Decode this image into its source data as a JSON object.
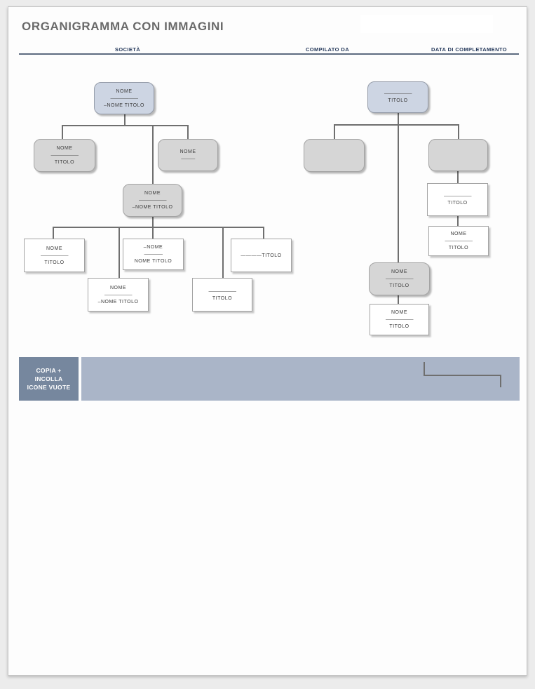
{
  "page": {
    "title": "ORGANIGRAMMA CON IMMAGINI",
    "header_fields": [
      "SOCIETÀ",
      "COMPILATO DA",
      "DATA DI COMPLETAMENTO"
    ]
  },
  "org_left": {
    "root": [
      "NOME",
      "——————",
      "–NOME TITOLO"
    ],
    "child_left": [
      "NOME",
      "——————",
      "TITOLO"
    ],
    "child_right": [
      "NOME",
      "———"
    ],
    "manager": [
      "NOME",
      "——————",
      "–NOME TITOLO"
    ],
    "leaf_1": [
      "NOME",
      "——————",
      "TITOLO"
    ],
    "leaf_2": [
      "–NOME",
      "————",
      "NOME TITOLO"
    ],
    "leaf_3": [
      "————TITOLO"
    ],
    "leaf_4": [
      "NOME",
      "——————",
      "–NOME TITOLO"
    ],
    "leaf_5": [
      "——————",
      "TITOLO"
    ]
  },
  "org_right": {
    "root": [
      "——————",
      "TITOLO"
    ],
    "branch_1": [
      "——————",
      "TITOLO"
    ],
    "branch_2": [
      "NOME",
      "——————",
      "TITOLO"
    ],
    "manager": [
      "NOME",
      "——————",
      "TITOLO"
    ],
    "report": [
      "NOME",
      "——————",
      "TITOLO"
    ]
  },
  "banner": {
    "label_lines": [
      "COPIA +",
      "INCOLLA",
      "ICONE VUOTE"
    ]
  },
  "colors": {
    "header_navy": "#25395B",
    "title_gray": "#6A6A6A",
    "node_blue": "#CDD5E3",
    "node_gray": "#D6D6D6",
    "node_border": "#A3A3A3",
    "connector_gray": "#6F6F6F",
    "banner_dark": "#76879E",
    "banner_light": "#AAB5C8"
  }
}
